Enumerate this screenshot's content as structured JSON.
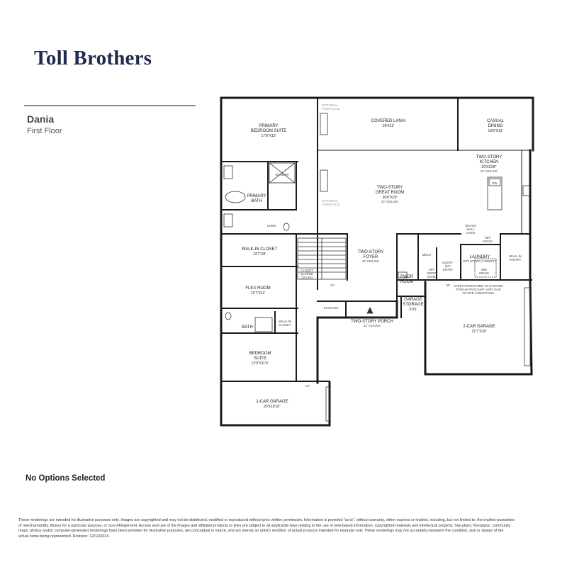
{
  "brand": {
    "name": "Toll Brothers"
  },
  "plan": {
    "model": "Dania",
    "floor": "First Floor"
  },
  "rooms": {
    "primary_suite": {
      "name_1": "PRIMARY",
      "name_2": "BEDROOM SUITE",
      "dims": "17'8\"X15'"
    },
    "covered_lanai": {
      "name": "COVERED LANAI",
      "dims": "26'X13'"
    },
    "casual_dining": {
      "name": "CASUAL",
      "name_2": "DINING",
      "dims": "13'8\"X13'"
    },
    "kitchen": {
      "name_1": "TWO-STORY",
      "name_2": "KITCHEN",
      "dims": "20'X13'8\"",
      "ceiling": "22' CEILING"
    },
    "great_room": {
      "name_1": "TWO-STORY",
      "name_2": "GREAT ROOM",
      "dims": "26'8\"X20'",
      "ceiling": "22' CEILING"
    },
    "primary_bath": {
      "name_1": "PRIMARY",
      "name_2": "BATH"
    },
    "shower": {
      "name": "SHOWER"
    },
    "linen": {
      "name": "LINEN"
    },
    "walk_in_closet": {
      "name": "WALK-IN CLOSET",
      "dims": "13'7\"X8'"
    },
    "foyer": {
      "name_1": "TWO-STORY",
      "name_2": "FOYER",
      "ceiling": "22' CEILING"
    },
    "closet_sloped": {
      "name_1": "CLOSET",
      "name_2": "SLOPED",
      "name_3": "CEILING"
    },
    "flex_room": {
      "name": "FLEX ROOM",
      "dims": "13'7\"X11'"
    },
    "mech": {
      "name": "MECH"
    },
    "pwdr_room": {
      "name_1": "PWDR",
      "name_2": "ROOM"
    },
    "opt_drop_zone": {
      "name_1": "OPT",
      "name_2": "DROP",
      "name_3": "ZONE"
    },
    "everyday_entry": {
      "name_1": "EVERY-",
      "name_2": "DAY",
      "name_3": "ENTRY"
    },
    "laundry": {
      "name": "LAUNDRY",
      "opt": "OPT UPPER CABINETS"
    },
    "wd_space": {
      "name_1": "W/D",
      "name_2": "SPACE"
    },
    "ref_space": {
      "name_1": "REF",
      "name_2": "SPACE"
    },
    "micro_wall_oven": {
      "name_1": "MICRO/",
      "name_2": "WALL",
      "name_3": "OVEN"
    },
    "dw": {
      "name": "DW"
    },
    "walk_in_pantry": {
      "name_1": "WALK-IN",
      "name_2": "PANTRY"
    },
    "storage": {
      "name": "STORAGE"
    },
    "garage_storage": {
      "name_1": "GARAGE",
      "name_2": "STORAGE",
      "dims": "6'X5'"
    },
    "porch": {
      "name": "TWO-STORY PORCH",
      "ceiling": "22' CEILING"
    },
    "two_car_garage": {
      "name": "2-CAR GARAGE",
      "dims": "22'7\"X20'"
    },
    "bath": {
      "name": "BATH"
    },
    "bed_closet": {
      "name_1": "WALK-IN",
      "name_2": "CLOSET"
    },
    "bedroom_suite": {
      "name_1": "BEDROOM",
      "name_2": "SUITE",
      "dims": "13'9\"X11'5\""
    },
    "one_car_garage": {
      "name": "1-CAR GARAGE",
      "dims": "20'X10'10\""
    }
  },
  "annotations": {
    "fireplace_1": {
      "line_1": "OPTIONAL",
      "line_2": "FIREPLACE"
    },
    "fireplace_2": {
      "line_1": "OPTIONAL",
      "line_2": "FIREPLACE"
    },
    "garage_note": {
      "line_1": "STEPS FROM HOME TO GARAGE/",
      "line_2": "PORCH/ PATIO MAY VARY DUE",
      "line_3": "TO SITE CONDITIONS."
    },
    "up_1": "UP",
    "up_2": "UP",
    "up_3": "UP"
  },
  "options_note": "No Options Selected",
  "disclaimer": "These renderings are intended for illustrative purposes only. Images are copyrighted and may not be distributed, modified or reproduced without prior written permission. Information is provided \"as is\", without warranty, either express or implied, including, but not limited to, the implied warranties of merchantability, fitness for a particular purpose, or non-infringement. Access and use of the images and affiliated products or links are subject to all applicable laws relating to the use of web-based information, copyrighted materials and intellectual property. Site plans, floorplans, community maps, photos and/or computer-generated renderings have been provided for illustrative purposes, are conceptual in nature, and are merely an artist's rendition of actual products intended for example only. These renderings may not accurately represent the condition, size or design of the actual items being represented. Revision: 12/12/2024"
}
